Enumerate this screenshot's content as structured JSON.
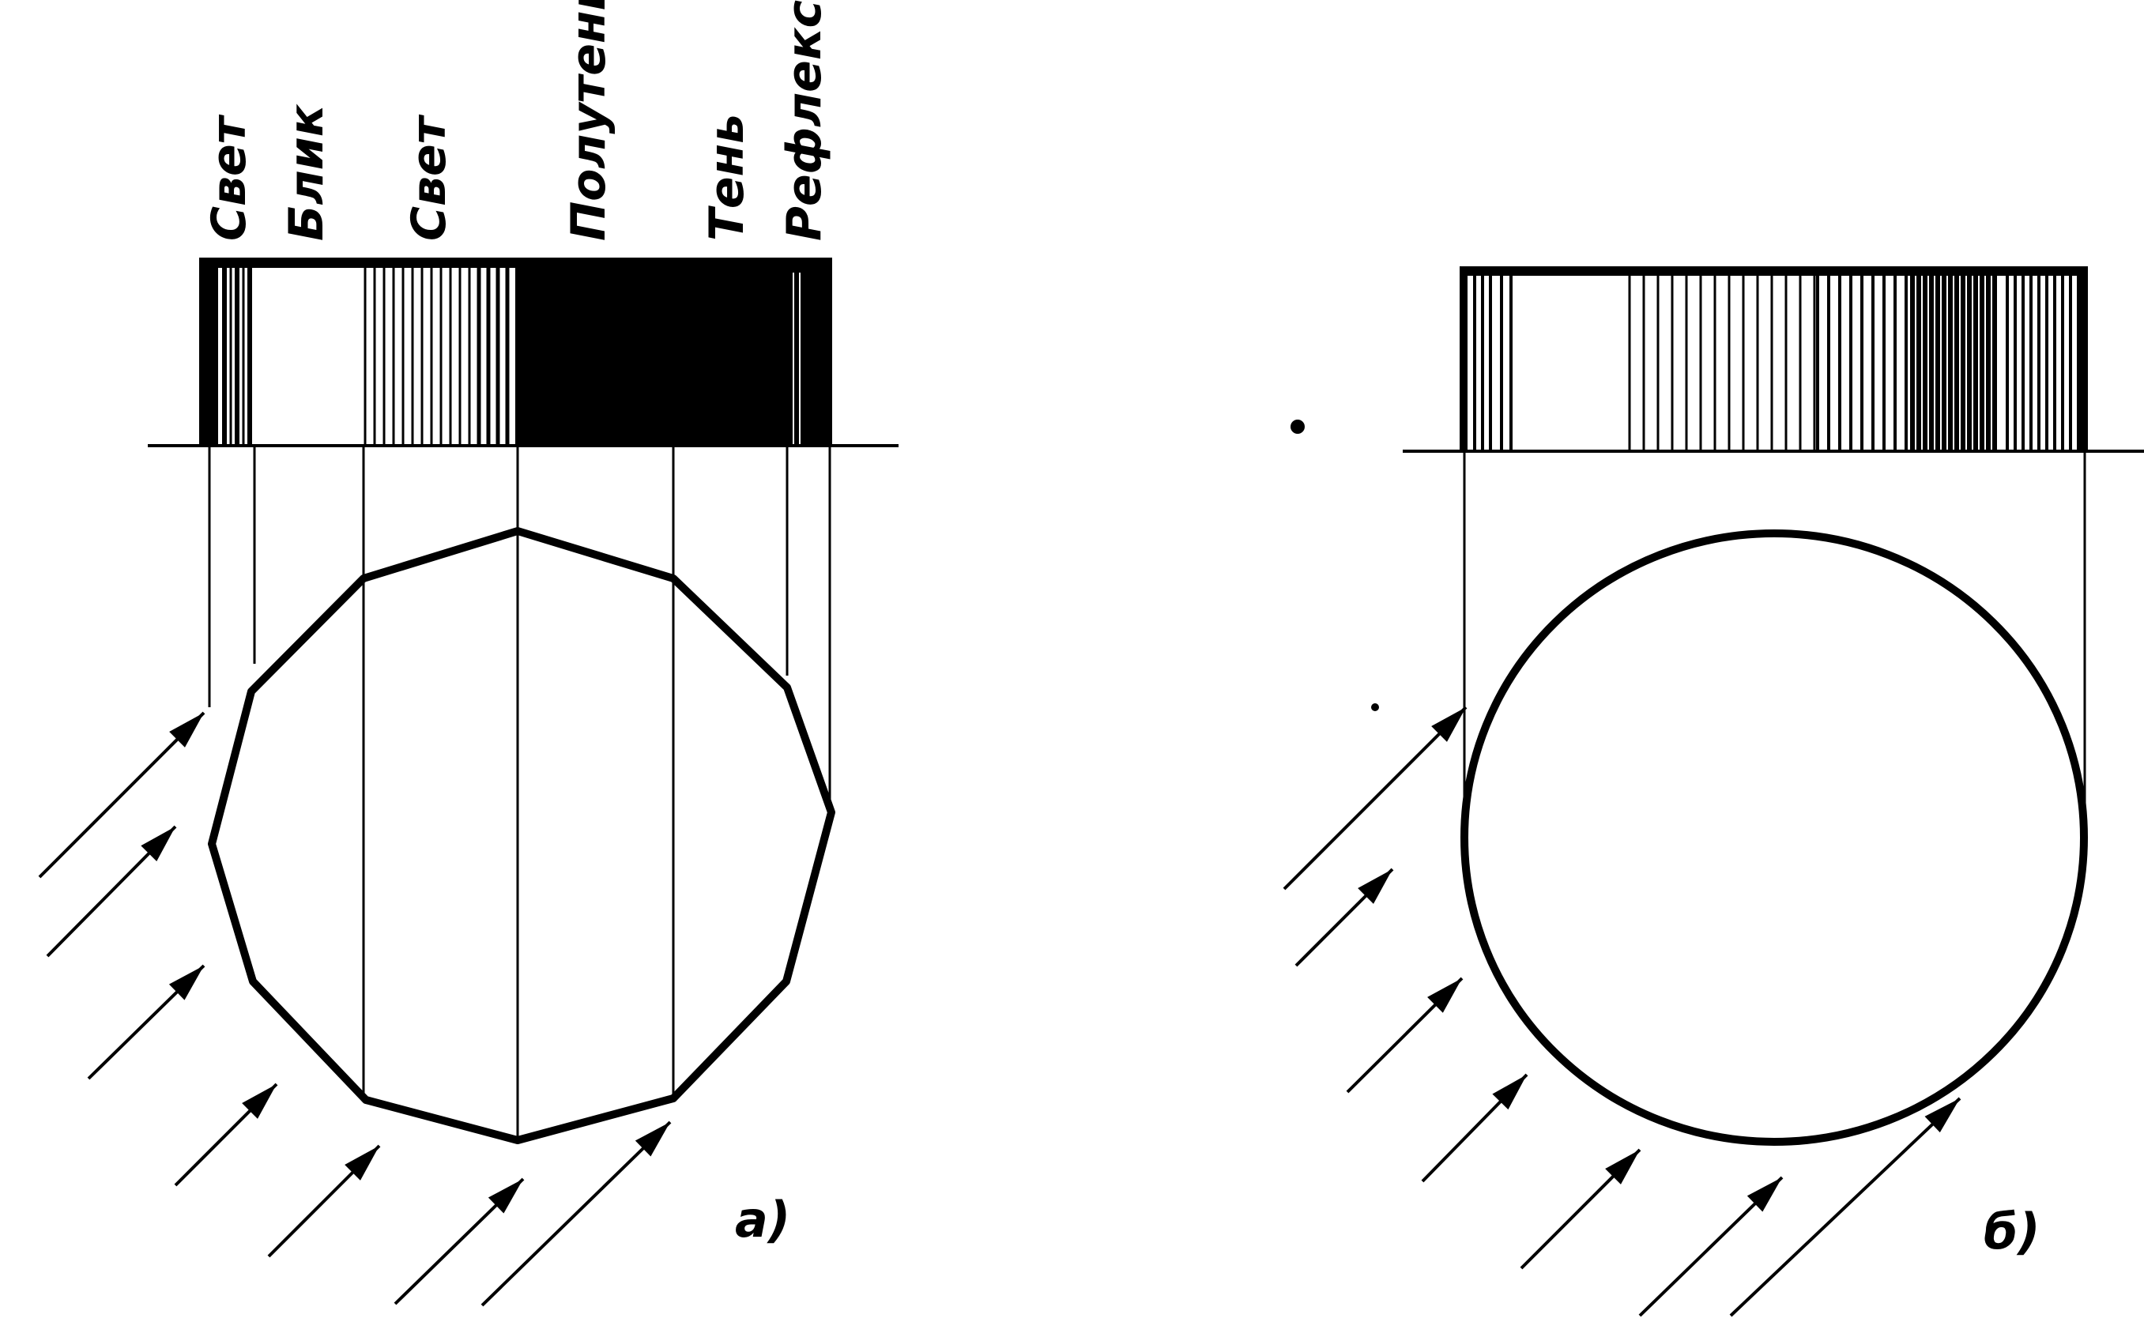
{
  "figure": {
    "zone_labels": [
      "Свет",
      "Блик",
      "Свет",
      "Полутень",
      "Тень",
      "Рефлекс"
    ],
    "panel_labels": {
      "a": "а)",
      "b": "б)"
    }
  },
  "colors": {
    "ink": "#000000",
    "paper": "#ffffff"
  }
}
